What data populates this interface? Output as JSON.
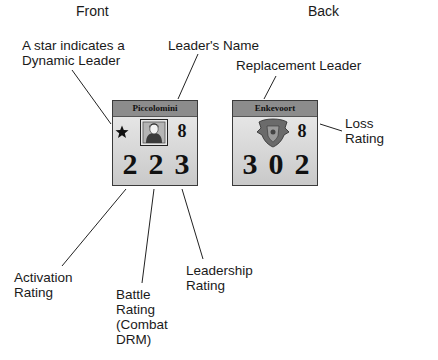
{
  "diagram": {
    "nodes": [
      {
        "text": [
          "Piccolomini",
          "8",
          "2",
          "2",
          "3"
        ]
      },
      {
        "text": [
          "Enkevoort",
          "8",
          "3",
          "0",
          "2"
        ]
      }
    ],
    "labels": [
      "Front",
      "Back",
      "A star indicates a Dynamic Leader",
      "Leader's Name",
      "Replacement Leader",
      "Loss Rating",
      "Activation Rating",
      "Battle Rating (Combat DRM)",
      "Leadership Rating"
    ]
  }
}
